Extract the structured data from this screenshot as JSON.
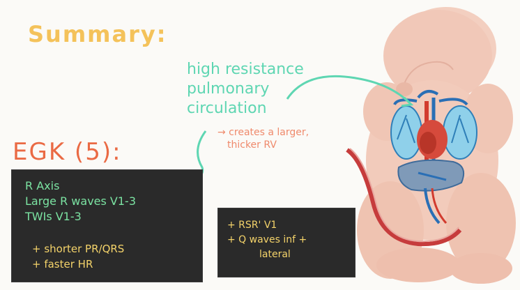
{
  "title": "Summary:",
  "resistance_note": {
    "line1": "high resistance",
    "line2": "pulmonary",
    "line3": "circulation"
  },
  "consequence": {
    "line1": "→ creates a larger,",
    "line2": "thicker RV"
  },
  "egk_heading": "EGK (5):",
  "board_findings": {
    "lines": [
      "R Axis",
      "Large R waves V1-3",
      "TWIs V1-3"
    ],
    "extras": [
      "+ shorter PR/QRS",
      "+ faster HR"
    ]
  },
  "board_extra": {
    "lines": [
      "+ RSR' V1",
      "+ Q waves inf +",
      "lateral"
    ]
  },
  "colors": {
    "summary": "#f4c25a",
    "teal": "#5ed6b2",
    "orange": "#ea6a44",
    "board": "#2a2a2a",
    "green_text": "#7be3a2",
    "yellow_text": "#f4d36a"
  }
}
